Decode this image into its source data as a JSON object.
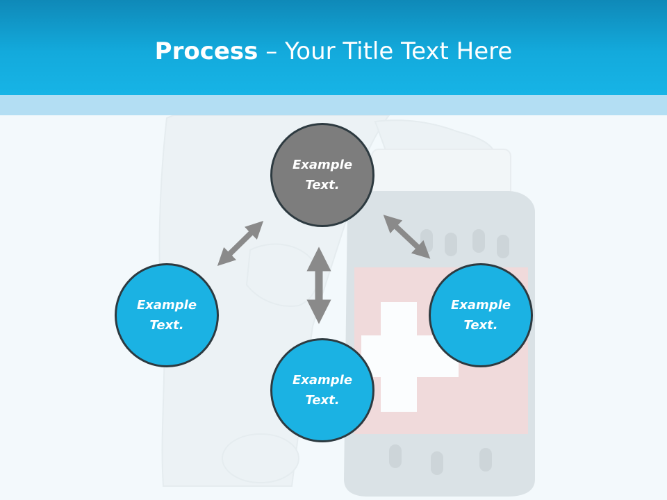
{
  "title": {
    "bold": "Process",
    "separator": " – ",
    "rest": "Your Title Text Here"
  },
  "nodes": {
    "top": "Example Text.",
    "left": "Example Text.",
    "right": "Example Text.",
    "bottom": "Example Text."
  },
  "colors": {
    "title_bar": "#13aadc",
    "node_blue": "#1bb2e3",
    "node_gray": "#7d7d7d",
    "arrow": "#8a8a8a"
  }
}
